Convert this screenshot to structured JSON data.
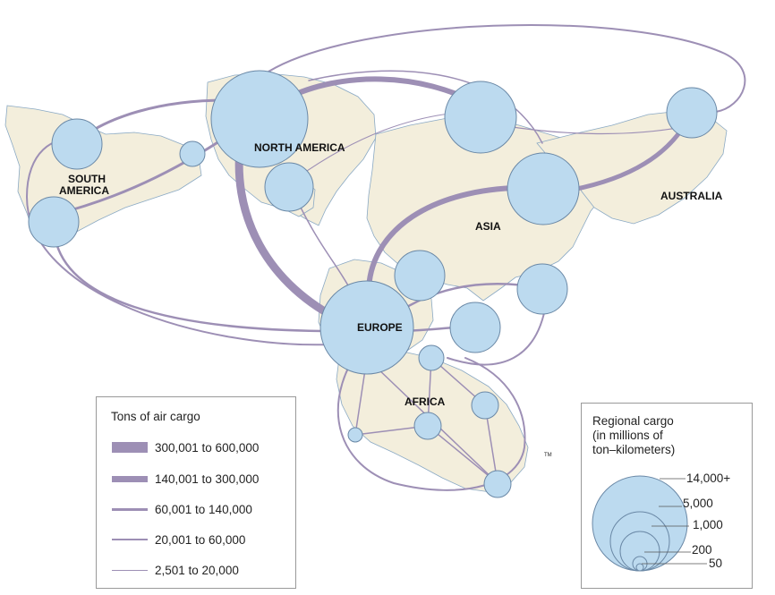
{
  "map": {
    "regions": {
      "north_america": "NORTH AMERICA",
      "south_america_line1": "SOUTH",
      "south_america_line2": "AMERICA",
      "europe": "EUROPE",
      "asia": "ASIA",
      "africa": "AFRICA",
      "australia": "AUSTRALIA"
    },
    "trademark": "TM",
    "colors": {
      "land": "#f3eedc",
      "bubble": "#bcdaef",
      "route": "#9d8fb5"
    }
  },
  "legend_routes": {
    "title": "Tons of air cargo",
    "items": [
      {
        "label": "300,001 to 600,000"
      },
      {
        "label": "140,001 to 300,000"
      },
      {
        "label": "60,001 to 140,000"
      },
      {
        "label": "20,001 to 60,000"
      },
      {
        "label": "2,501 to 20,000"
      }
    ]
  },
  "legend_cargo": {
    "title": "Regional cargo\n(in millions of\nton–kilometers)",
    "values": [
      "14,000+",
      "5,000",
      "1,000",
      "200",
      "50"
    ]
  }
}
